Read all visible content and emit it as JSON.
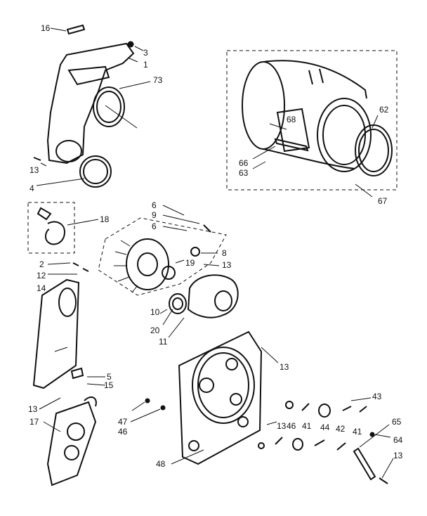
{
  "callouts": {
    "c16": "16",
    "c3": "3",
    "c1": "1",
    "c73": "73",
    "c13a": "13",
    "c4": "4",
    "c18": "18",
    "c6a": "6",
    "c9": "9",
    "c6b": "6",
    "c8": "8",
    "c19": "19",
    "c13b": "13",
    "c2": "2",
    "c12": "12",
    "c14": "14",
    "c10": "10",
    "c20": "20",
    "c11": "11",
    "c5": "5",
    "c15": "15",
    "c13c": "13",
    "c17": "17",
    "c13d": "13",
    "c47": "47",
    "c46a": "46",
    "c48": "48",
    "c13e": "13",
    "c46b": "46",
    "c41a": "41",
    "c44": "44",
    "c42": "42",
    "c41b": "41",
    "c43": "43",
    "c65": "65",
    "c64": "64",
    "c13f": "13",
    "c68": "68",
    "c62": "62",
    "c66": "66",
    "c63": "63",
    "c67": "67"
  }
}
